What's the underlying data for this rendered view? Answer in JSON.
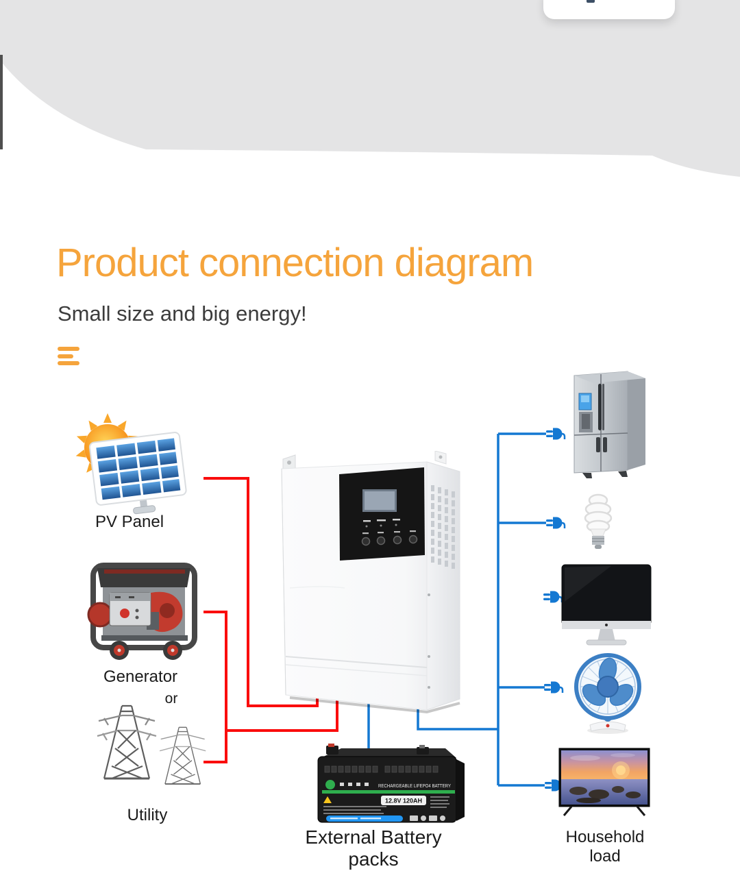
{
  "page": {
    "title": "Product connection diagram",
    "subtitle": "Small size and big energy!"
  },
  "colors": {
    "accent_orange": "#F5A43C",
    "line_red": "#FA0D0D",
    "line_blue": "#1478D2",
    "header_gray": "#E4E4E5"
  },
  "icons": {
    "menu": "list-icon",
    "plug": "power-plug-icon",
    "sources": [
      "sun-icon",
      "solar-panel-icon",
      "generator-icon",
      "utility-towers-icon"
    ],
    "appliances": [
      "refrigerator-icon",
      "cfl-bulb-icon",
      "monitor-icon",
      "desk-fan-icon",
      "tv-icon"
    ]
  },
  "sources": {
    "pv_panel": {
      "label": "PV Panel"
    },
    "generator": {
      "label": "Generator"
    },
    "or_text": "or",
    "utility": {
      "label": "Utility"
    }
  },
  "battery": {
    "label": "External Battery packs",
    "brand_text": "RECHARGEABLE LIFEPO4 BATTERY",
    "badge": "12.8V 120AH"
  },
  "household": {
    "label": "Household load"
  }
}
